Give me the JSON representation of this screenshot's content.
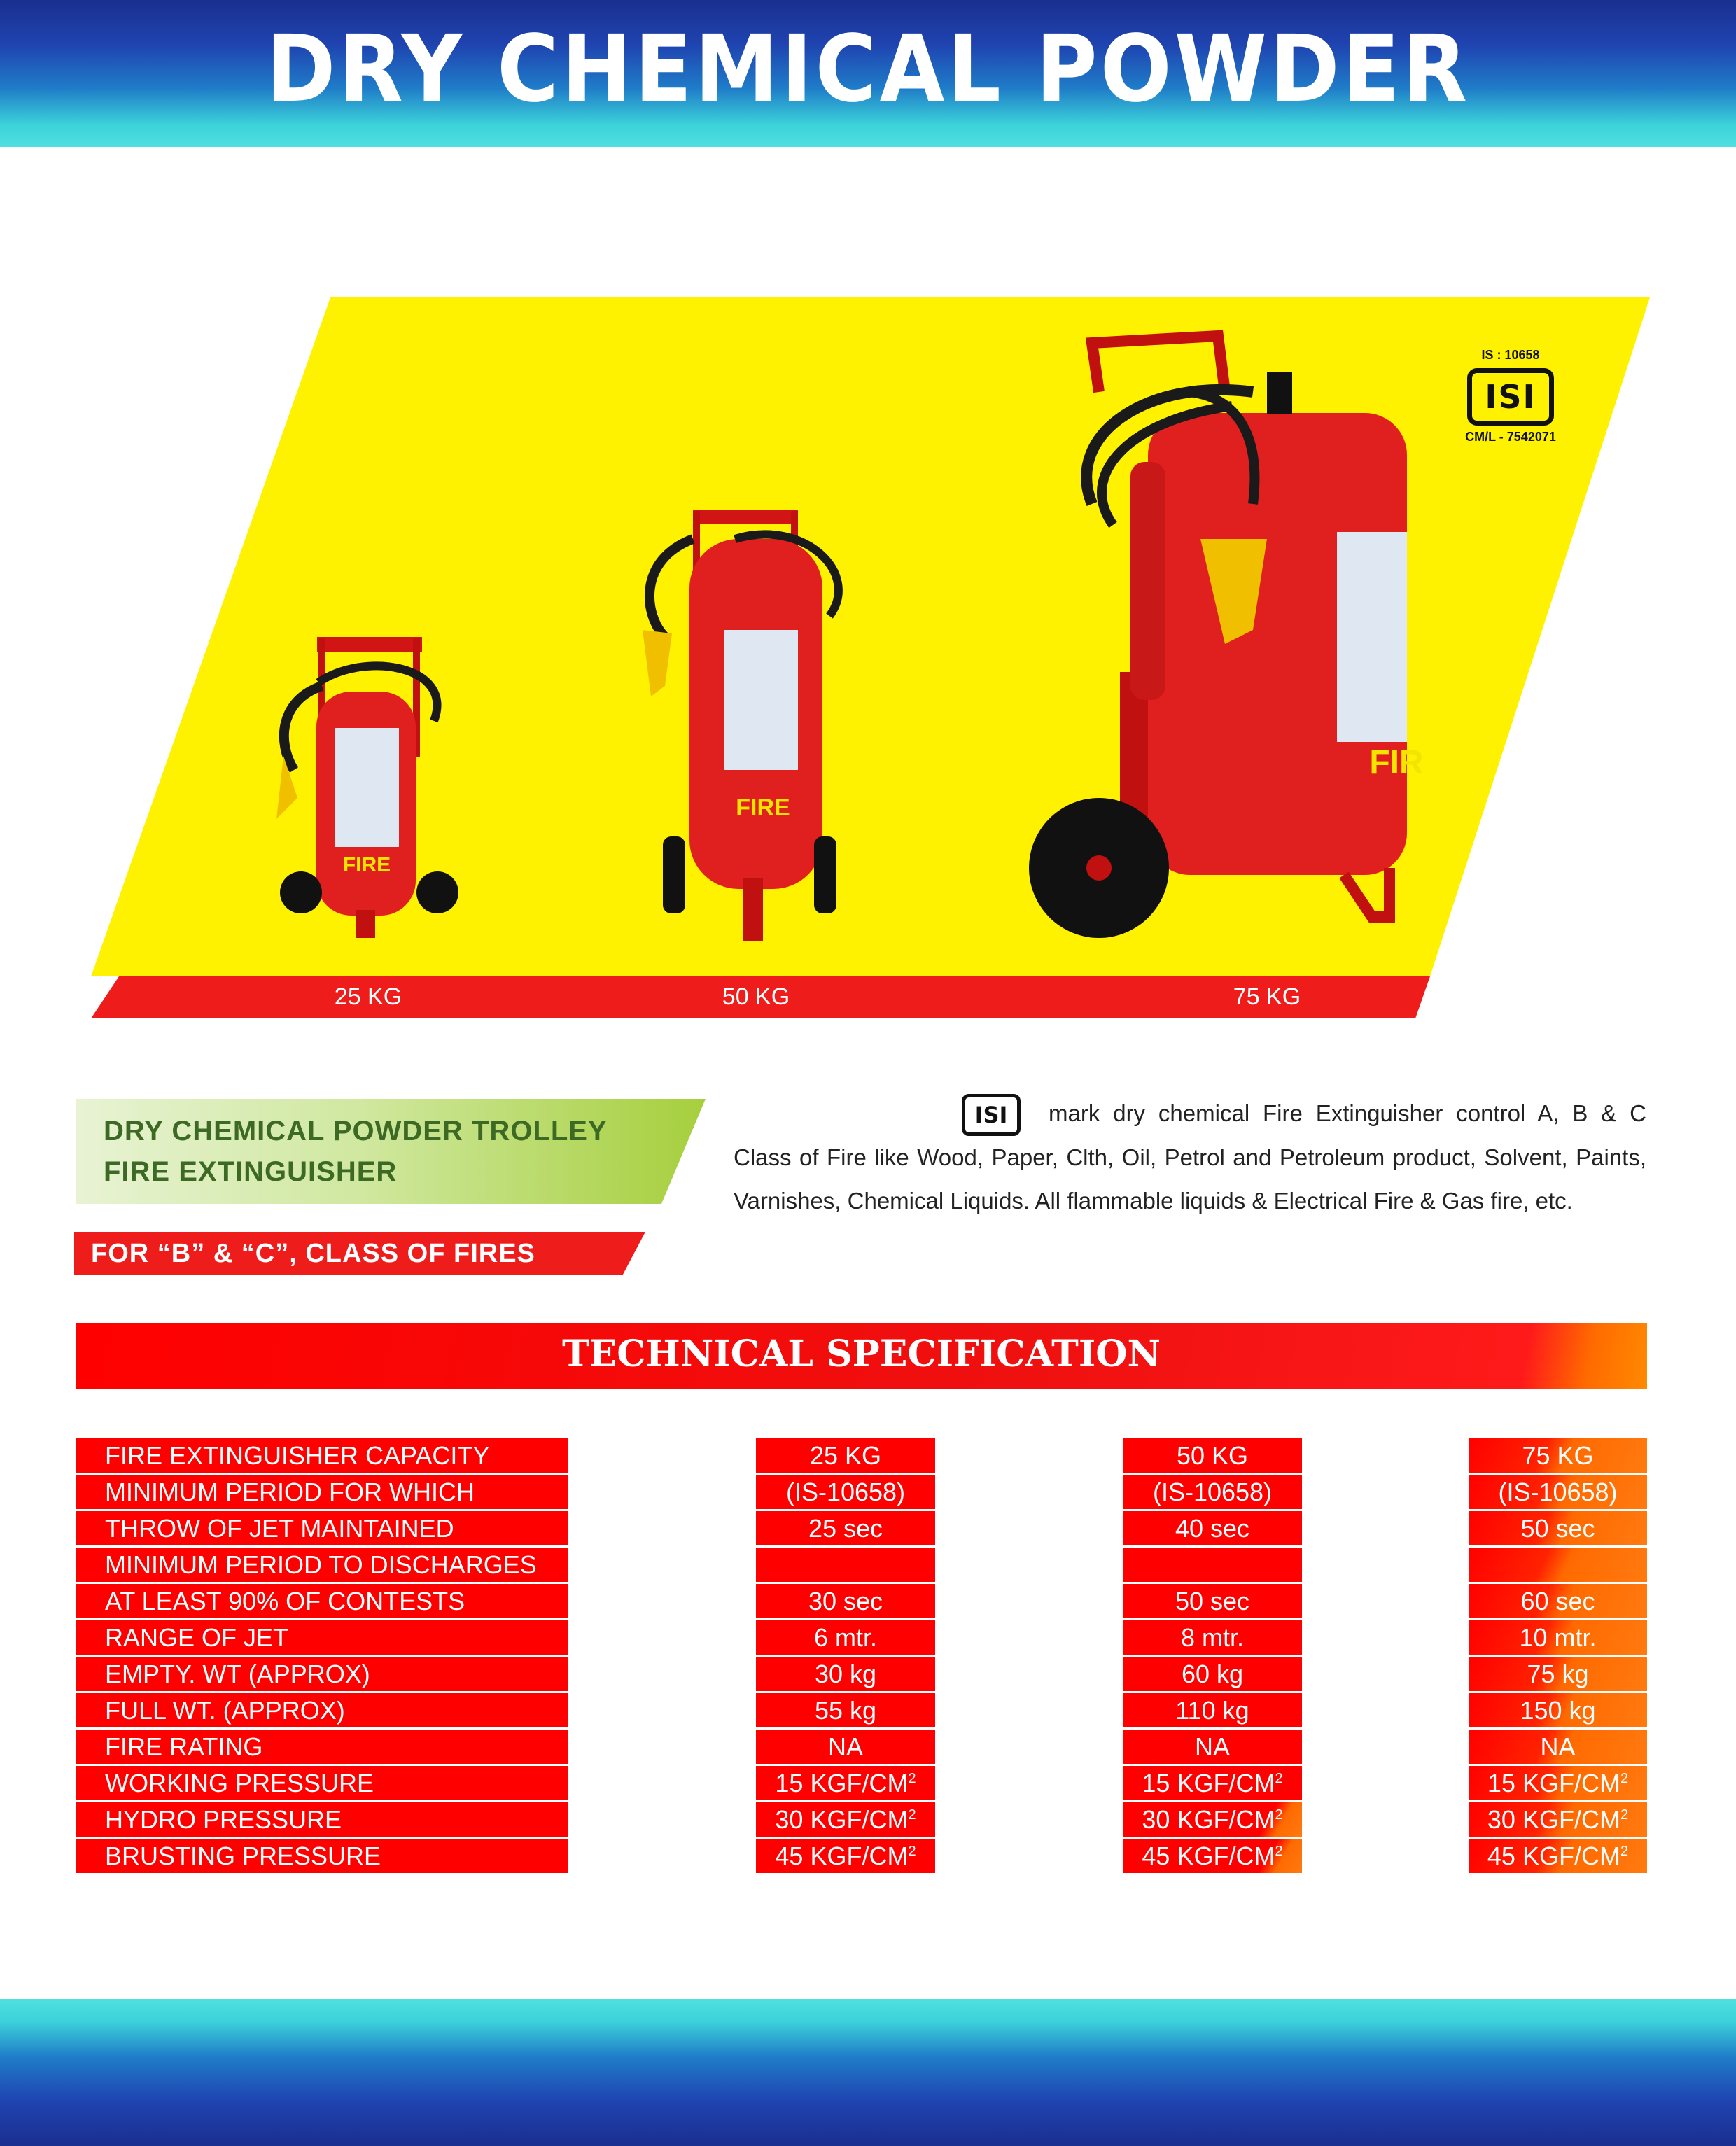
{
  "header": {
    "title": "DRY CHEMICAL POWDER"
  },
  "hero": {
    "sizes": [
      "25 KG",
      "50  KG",
      "75 KG"
    ],
    "badge": {
      "standard": "IS : 10658",
      "logo_text": "ISI",
      "license": "CM/L - 7542071"
    }
  },
  "product": {
    "title_line1": "DRY CHEMICAL POWDER TROLLEY",
    "title_line2": "FIRE EXTINGUISHER",
    "class_tag": "FOR “B” & “C”, CLASS OF FIRES",
    "description": "mark dry chemical Fire Extinguisher control A, B & C Class of Fire like Wood, Paper, Clth, Oil, Petrol and Petroleum product, Solvent, Paints, Varnishes, Chemical Liquids. All flammable liquids & Electrical Fire  & Gas fire, etc.",
    "inline_logo": "ISI"
  },
  "spec": {
    "title": "TECHNICAL SPECIFICATION",
    "labels": [
      "FIRE EXTINGUISHER CAPACITY",
      "MINIMUM PERIOD FOR WHICH",
      "THROW OF JET MAINTAINED",
      "MINIMUM PERIOD TO DISCHARGES",
      "AT LEAST 90% OF CONTESTS",
      "RANGE OF JET",
      "EMPTY. WT (APPROX)",
      "FULL WT. (APPROX)",
      "FIRE RATING",
      "WORKING PRESSURE",
      "HYDRO PRESSURE",
      "BRUSTING PRESSURE"
    ],
    "columns": [
      {
        "values": [
          "25 KG",
          "(IS-10658)",
          "25 sec",
          "",
          "30 sec",
          "6 mtr.",
          "30 kg",
          "55 kg",
          "NA",
          "15 KGF/CM",
          "30 KGF/CM",
          "45 KGF/CM"
        ]
      },
      {
        "values": [
          "50 KG",
          "(IS-10658)",
          "40 sec",
          "",
          "50 sec",
          "8 mtr.",
          "60 kg",
          "110 kg",
          "NA",
          "15 KGF/CM",
          "30 KGF/CM",
          "45 KGF/CM"
        ]
      },
      {
        "values": [
          "75 KG",
          "(IS-10658)",
          "50 sec",
          "",
          "60 sec",
          "10 mtr.",
          "75 kg",
          "150 kg",
          "NA",
          "15 KGF/CM",
          "30 KGF/CM",
          "45 KGF/CM"
        ]
      }
    ],
    "unit_superscript": "2"
  },
  "colors": {
    "accent_red": "#ff0000",
    "banner_yellow": "#fff200",
    "band_blue": "#1f43b0",
    "band_cyan": "#4fe0e0",
    "title_green": "#3c6a24"
  }
}
